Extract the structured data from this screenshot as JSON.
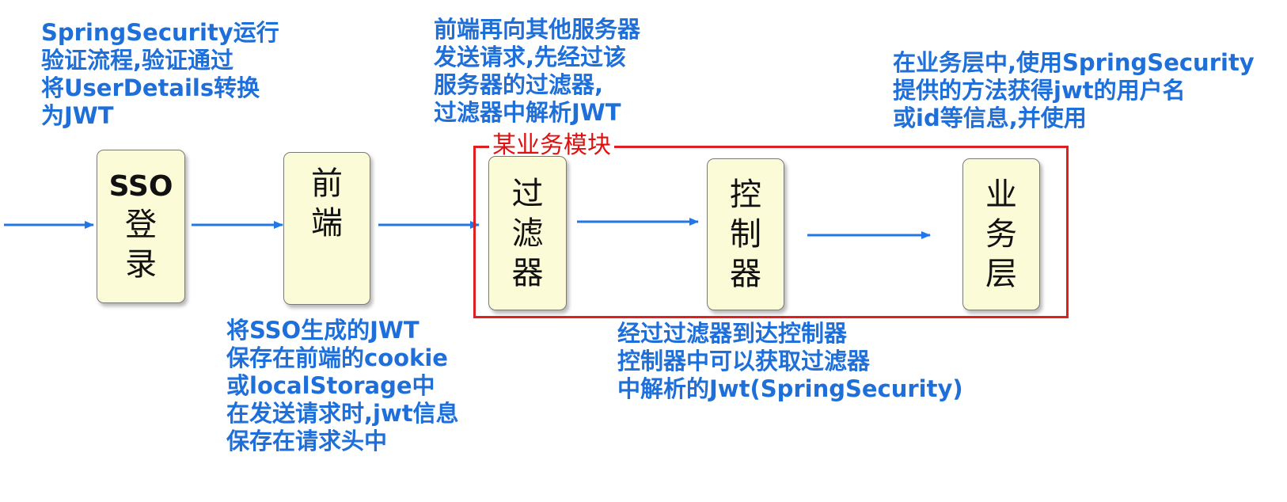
{
  "notes": {
    "sso_flow": [
      "SpringSecurity运行",
      "验证流程,验证通过",
      "将UserDetails转换",
      "为JWT"
    ],
    "frontend_request": [
      "前端再向其他服务器",
      "发送请求,先经过该",
      "服务器的过滤器,",
      "过滤器中解析JWT"
    ],
    "service_layer": [
      "在业务层中,使用SpringSecurity",
      "提供的方法获得jwt的用户名",
      "或id等信息,并使用"
    ],
    "frontend_storage": [
      "将SSO生成的JWT",
      "保存在前端的cookie",
      "或localStorage中",
      "在发送请求时,jwt信息",
      "保存在请求头中"
    ],
    "controller": [
      "经过过滤器到达控制器",
      "控制器中可以获取过滤器",
      "中解析的Jwt(SpringSecurity)"
    ]
  },
  "boxes": {
    "sso": [
      "SSO",
      "登",
      "录"
    ],
    "frontend": [
      "前",
      "端"
    ],
    "filter": [
      "过",
      "滤",
      "器"
    ],
    "controller": [
      "控",
      "制",
      "器"
    ],
    "service": [
      "业",
      "务",
      "层"
    ]
  },
  "module_label": "某业务模块",
  "colors": {
    "note_text": "#1e6fd9",
    "arrow": "#2277e8",
    "box_fill": "#fcfbd8",
    "module_border": "#e02020",
    "module_label": "#e01010"
  }
}
